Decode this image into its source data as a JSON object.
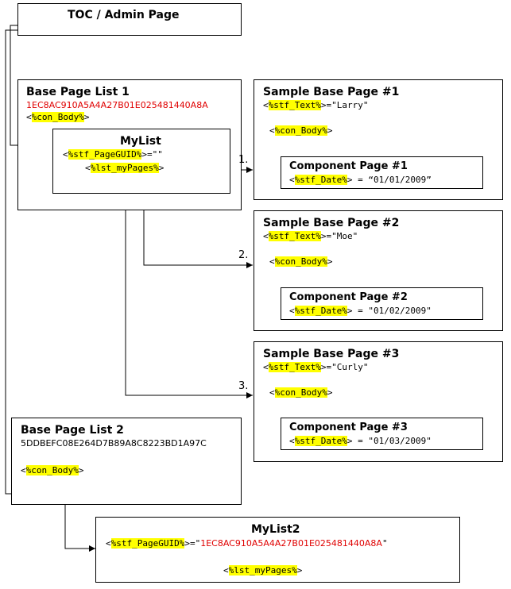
{
  "diagram": {
    "colors": {
      "highlight": "#ffff00",
      "guid_red": "#e00000",
      "line": "#000000"
    },
    "toc": {
      "title": "TOC / Admin Page"
    },
    "base_list_1": {
      "title": "Base Page List 1",
      "guid": "1EC8AC910A5A4A27B01E025481440A8A",
      "body": {
        "pre": "<",
        "token": "%con_Body%",
        "post": ">"
      }
    },
    "mylist": {
      "title": "MyList",
      "guid_field": {
        "pre": "<",
        "token": "%stf_PageGUID%",
        "post": ">=\"\""
      },
      "pages_field": {
        "pre": "<",
        "token": "%lst_myPages%",
        "post": ">"
      }
    },
    "samples": [
      {
        "title": "Sample Base Page #1",
        "text_field": {
          "pre": "<",
          "token": "%stf_Text%",
          "post": ">=\"Larry\""
        },
        "body": {
          "pre": "<",
          "token": "%con_Body%",
          "post": ">"
        },
        "component": {
          "title": "Component Page #1",
          "date": {
            "pre": "<",
            "token": "%stf_Date%",
            "post": "> = “01/01/2009”"
          }
        }
      },
      {
        "title": "Sample Base Page #2",
        "text_field": {
          "pre": "<",
          "token": "%stf_Text%",
          "post": ">=\"Moe\""
        },
        "body": {
          "pre": "<",
          "token": "%con_Body%",
          "post": ">"
        },
        "component": {
          "title": "Component Page #2",
          "date": {
            "pre": "<",
            "token": "%stf_Date%",
            "post": "> = \"01/02/2009\""
          }
        }
      },
      {
        "title": "Sample Base Page #3",
        "text_field": {
          "pre": "<",
          "token": "%stf_Text%",
          "post": ">=\"Curly\""
        },
        "body": {
          "pre": "<",
          "token": "%con_Body%",
          "post": ">"
        },
        "component": {
          "title": "Component Page #3",
          "date": {
            "pre": "<",
            "token": "%stf_Date%",
            "post": "> = \"01/03/2009\""
          }
        }
      }
    ],
    "step_labels": [
      "1.",
      "2.",
      "3."
    ],
    "base_list_2": {
      "title": "Base Page List 2",
      "guid": "5DDBEFC08E264D7B89A8C8223BD1A97C",
      "body": {
        "pre": "<",
        "token": "%con_Body%",
        "post": ">"
      }
    },
    "mylist2": {
      "title": "MyList2",
      "guid_field": {
        "pre": "<",
        "token": "%stf_PageGUID%",
        "post_eq": ">=\"",
        "guid": "1EC8AC910A5A4A27B01E025481440A8A",
        "post_end": "\""
      },
      "pages_field": {
        "pre": "<",
        "token": "%lst_myPages%",
        "post": ">"
      }
    }
  }
}
